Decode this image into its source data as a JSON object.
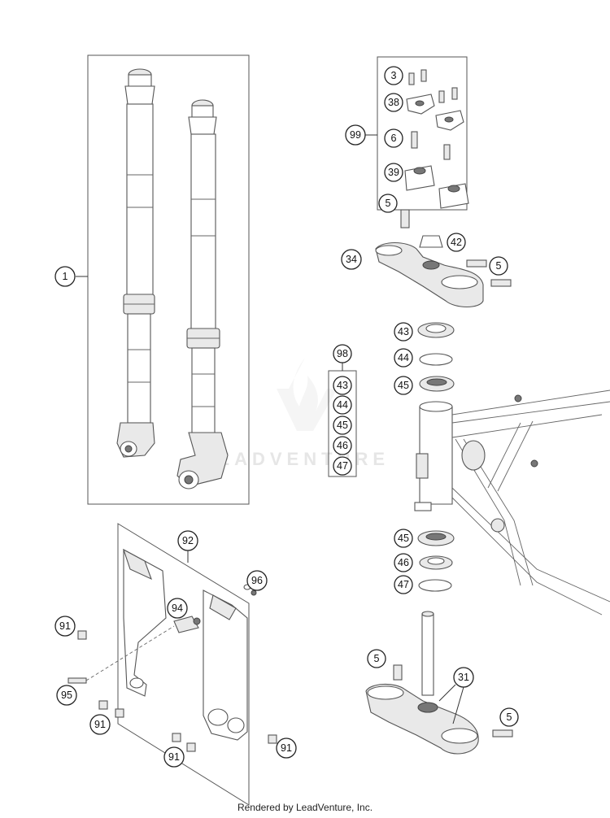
{
  "callouts": {
    "c1": "1",
    "c3": "3",
    "c38": "38",
    "c99": "99",
    "c6": "6",
    "c39": "39",
    "c5a": "5",
    "c42": "42",
    "c34": "34",
    "c5b": "5",
    "c43a": "43",
    "c44a": "44",
    "c45a": "45",
    "c98": "98",
    "c43b": "43",
    "c44b": "44",
    "c45b": "45",
    "c46b": "46",
    "c47b": "47",
    "c45c": "45",
    "c46c": "46",
    "c47c": "47",
    "c5c": "5",
    "c31": "31",
    "c5d": "5",
    "c92": "92",
    "c96": "96",
    "c94": "94",
    "c91a": "91",
    "c95": "95",
    "c91b": "91",
    "c91c": "91",
    "c91d": "91"
  },
  "watermark": "LEADVENTURE",
  "footer": "Rendered by LeadVenture, Inc."
}
